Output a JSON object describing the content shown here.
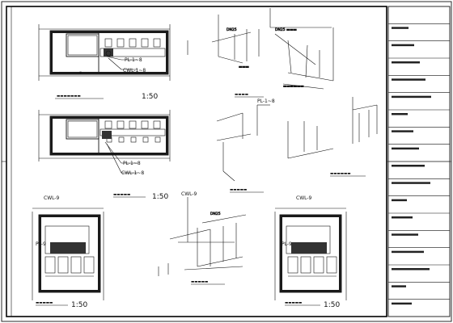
{
  "sheet": {
    "title_block_rows": 18
  },
  "labels": {
    "pl_upper": "PL-1~8",
    "cwl_upper": "CWL-1~8",
    "pl_mid": "PL-1~8",
    "cwl_mid": "CWL-1~8",
    "cwl_left": "CWL-9",
    "pl_left": "PL-9",
    "cwl_right": "CWL-9",
    "pl_right": "PL-9",
    "pl_iso_mid": "PL-1~8",
    "cwl_iso_bottom": "CWL-9"
  },
  "scales": {
    "upper_plan": "1:50",
    "mid_plan": "1:50",
    "bottom_left": "1:50",
    "bottom_right": "1:50"
  },
  "icons": {
    "north": "north-arrow-icon"
  }
}
